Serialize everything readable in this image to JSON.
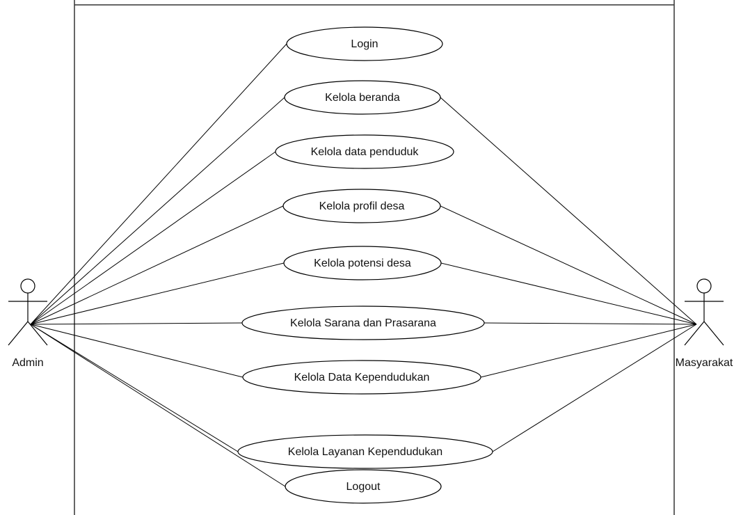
{
  "diagram": {
    "type": "use-case",
    "actors": [
      {
        "id": "admin",
        "label": "Admin"
      },
      {
        "id": "masyarakat",
        "label": "Masyarakat"
      }
    ],
    "use_cases": [
      {
        "id": "login",
        "label": "Login"
      },
      {
        "id": "kelola-beranda",
        "label": "Kelola beranda"
      },
      {
        "id": "kelola-data-penduduk",
        "label": "Kelola data penduduk"
      },
      {
        "id": "kelola-profil-desa",
        "label": "Kelola profil desa"
      },
      {
        "id": "kelola-potensi-desa",
        "label": "Kelola potensi desa"
      },
      {
        "id": "kelola-sarana-dan-prasarana",
        "label": "Kelola Sarana dan Prasarana"
      },
      {
        "id": "kelola-data-kependudukan",
        "label": "Kelola Data Kependudukan"
      },
      {
        "id": "kelola-layanan-kependudukan",
        "label": "Kelola Layanan Kependudukan"
      },
      {
        "id": "logout",
        "label": "Logout"
      }
    ],
    "associations": [
      {
        "actor": "admin",
        "use_case": "login"
      },
      {
        "actor": "admin",
        "use_case": "kelola-beranda"
      },
      {
        "actor": "admin",
        "use_case": "kelola-data-penduduk"
      },
      {
        "actor": "admin",
        "use_case": "kelola-profil-desa"
      },
      {
        "actor": "admin",
        "use_case": "kelola-potensi-desa"
      },
      {
        "actor": "admin",
        "use_case": "kelola-sarana-dan-prasarana"
      },
      {
        "actor": "admin",
        "use_case": "kelola-data-kependudukan"
      },
      {
        "actor": "admin",
        "use_case": "kelola-layanan-kependudukan"
      },
      {
        "actor": "admin",
        "use_case": "logout"
      },
      {
        "actor": "masyarakat",
        "use_case": "kelola-beranda"
      },
      {
        "actor": "masyarakat",
        "use_case": "kelola-profil-desa"
      },
      {
        "actor": "masyarakat",
        "use_case": "kelola-potensi-desa"
      },
      {
        "actor": "masyarakat",
        "use_case": "kelola-sarana-dan-prasarana"
      },
      {
        "actor": "masyarakat",
        "use_case": "kelola-data-kependudukan"
      },
      {
        "actor": "masyarakat",
        "use_case": "kelola-layanan-kependudukan"
      }
    ]
  }
}
